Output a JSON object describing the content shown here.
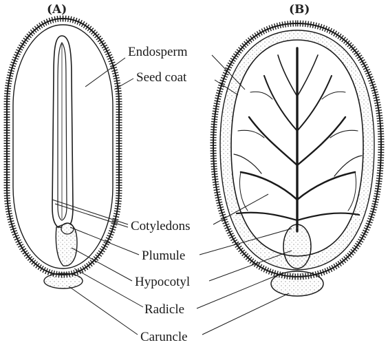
{
  "panels": {
    "a": "(A)",
    "b": "(B)"
  },
  "labels": {
    "endosperm": "Endosperm",
    "seed_coat": "Seed coat",
    "cotyledons": "Cotyledons",
    "plumule": "Plumule",
    "hypocotyl": "Hypocotyl",
    "radicle": "Radicle",
    "caruncle": "Caruncle"
  },
  "colors": {
    "ink": "#1a1a1a",
    "stipple": "#555555",
    "paper": "#ffffff"
  }
}
